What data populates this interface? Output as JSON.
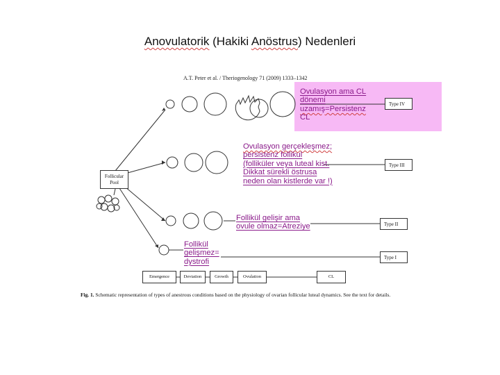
{
  "title": {
    "w1": "Anovulatorik",
    "w2": " (Hakiki ",
    "w3": "Anöstrus",
    "w4": ") Nedenleri"
  },
  "citation": "A.T. Peter et al. / Theriogenology 71 (2009) 1333–1342",
  "pool_label": [
    "Follicular",
    "Pool"
  ],
  "types": [
    "Type IV",
    "Type III",
    "Type II",
    "Type I"
  ],
  "stages": [
    "Emergence",
    "Deviation",
    "Growth",
    "Ovulation",
    "CL"
  ],
  "annotations": {
    "type4": [
      "Ovulasyon  ama  CL",
      "dönemi",
      "uzamış=Persistenz",
      "CL"
    ],
    "type3": [
      "Ovulasyon gerçekleşmez;",
      "persistenz follikul",
      "(folliküler veya luteal kist.",
      "Dikkat sürekli östrusa",
      "neden olan kistlerde var !)"
    ],
    "type2": [
      "Follikül gelişir ama",
      "ovule olmaz=Atreziye"
    ],
    "type1": [
      "Follikül",
      "gelişmez=",
      "dystrofi"
    ]
  },
  "caption": {
    "fig": "Fig. 1.",
    "text": "Schematic representation of types of anestrous conditions based on the physiology of ovarian follicular luteal dynamics. See the text for details."
  },
  "colors": {
    "annotation": "#8a1a8a",
    "highlight": "#f7b9f5",
    "squiggle": "#d04040"
  }
}
